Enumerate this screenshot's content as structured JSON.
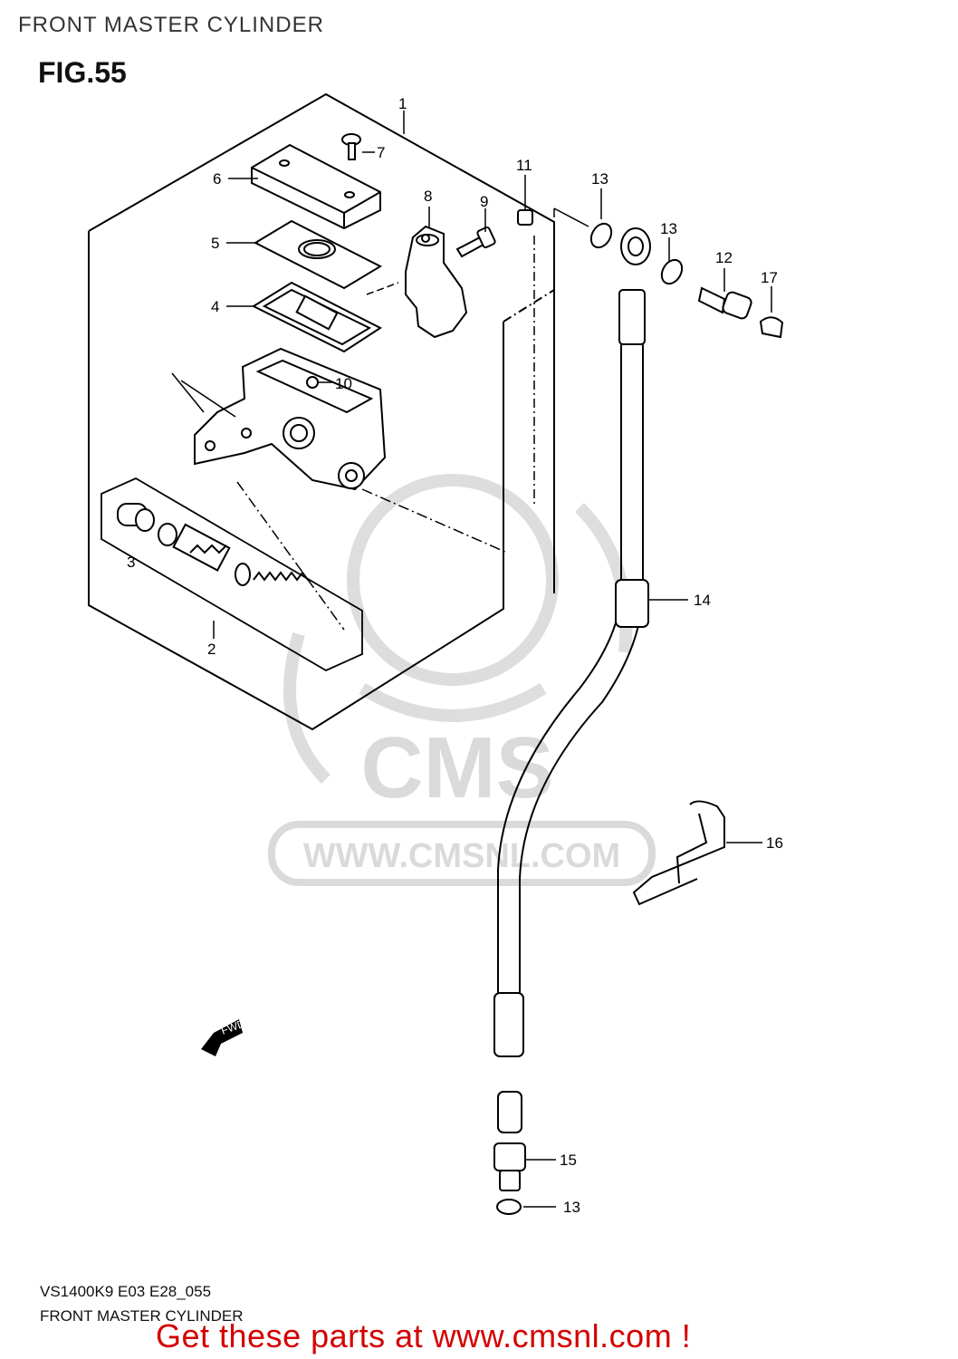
{
  "header": {
    "title": "FRONT MASTER CYLINDER"
  },
  "figure": {
    "label": "FIG.55"
  },
  "watermark": {
    "brand": "CMS",
    "url": "WWW.CMSNL.COM"
  },
  "fwd_badge": "FWD",
  "callouts": {
    "c1": "1",
    "c2": "2",
    "c3": "3",
    "c4": "4",
    "c5": "5",
    "c6": "6",
    "c7": "7",
    "c8": "8",
    "c9": "9",
    "c10": "10",
    "c11": "11",
    "c12": "12",
    "c13a": "13",
    "c13b": "13",
    "c13c": "13",
    "c14": "14",
    "c15": "15",
    "c16": "16",
    "c17": "17"
  },
  "footer": {
    "code": "VS1400K9 E03 E28_055",
    "title": "FRONT MASTER CYLINDER",
    "promo": "Get these parts at www.cmsnl.com !"
  }
}
